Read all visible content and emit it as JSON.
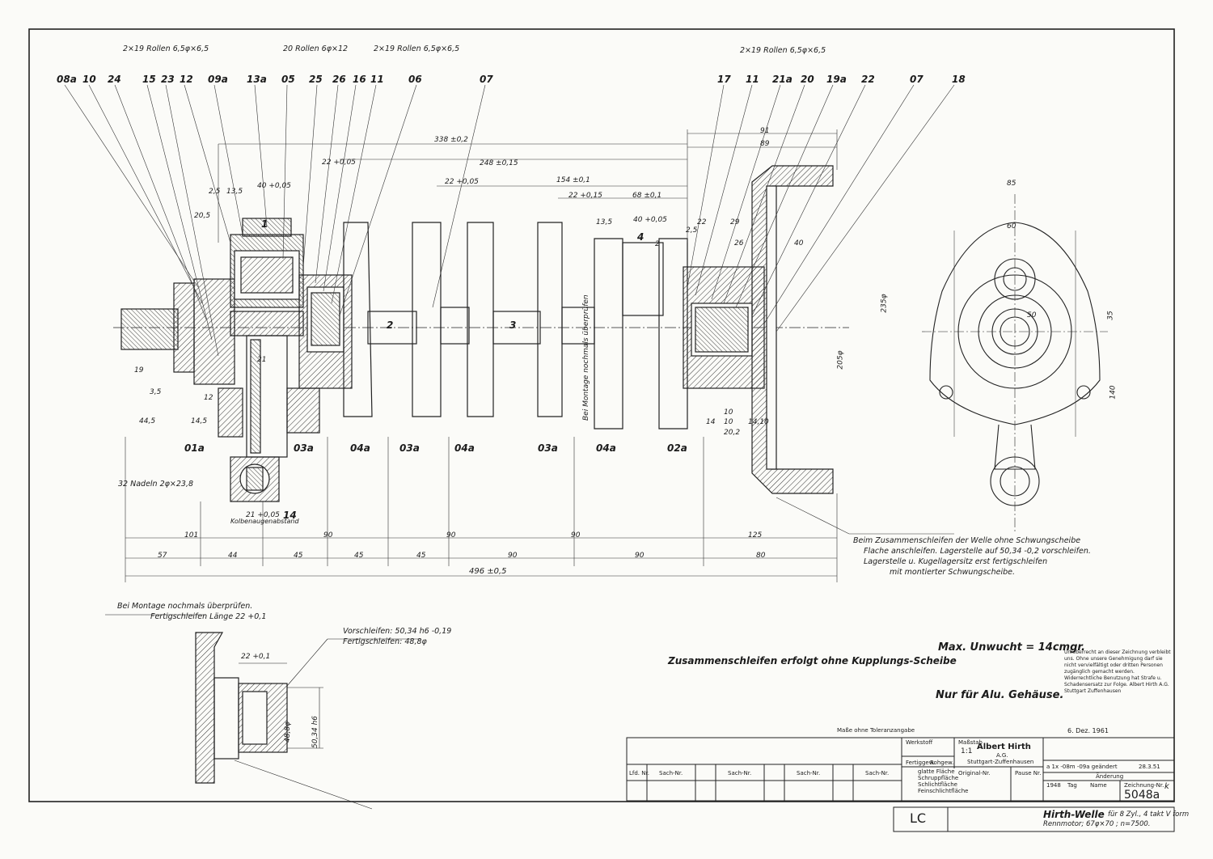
{
  "top_notes": {
    "rollen_left": "2×19 Rollen 6,5φ×6,5",
    "rollen_mid": "20 Rollen 6φ×12",
    "rollen_mid2": "2×19 Rollen 6,5φ×6,5",
    "rollen_right": "2×19 Rollen 6,5φ×6,5"
  },
  "part_labels_left": [
    "08a",
    "10",
    "24",
    "15",
    "23",
    "12",
    "09a",
    "13a",
    "05",
    "25",
    "26",
    "16",
    "11",
    "06",
    "07"
  ],
  "part_labels_right": [
    "17",
    "11",
    "21a",
    "20",
    "19a",
    "22",
    "07",
    "18"
  ],
  "part_labels_bottom": [
    "01a",
    "03a",
    "04a",
    "03a",
    "04a",
    "03a",
    "04a",
    "02a",
    "14"
  ],
  "crank_numbers": [
    "1",
    "2",
    "3",
    "4"
  ],
  "dims_top": [
    "338 ±0,2",
    "248 ±0,15",
    "154 ±0,1",
    "22 +0,05",
    "22 +0,15",
    "68 ±0,1",
    "40 +0,05",
    "13,5",
    "40 +0,05",
    "13,5",
    "22 +0,05",
    "20,5",
    "2,5",
    "91",
    "89",
    "85",
    "60",
    "40",
    "22",
    "29",
    "26",
    "2,5"
  ],
  "dims_bottom_row1": [
    "101",
    "90",
    "90",
    "90",
    "125"
  ],
  "dims_bottom_row2": [
    "57",
    "44",
    "45",
    "45",
    "45",
    "90",
    "90",
    "80"
  ],
  "dims_total": "496 ±0,5",
  "dims_misc": [
    "44,5",
    "14,5",
    "21",
    "21 +0,05",
    "3,5",
    "12",
    "14",
    "10",
    "14,10",
    "20,2",
    "205φ",
    "235φ",
    "35",
    "140",
    "50",
    "10",
    "19",
    "2"
  ],
  "nadeln_note": "32 Nadeln 2φ×23,8",
  "kolben_note": "Kolbenaugenabstand",
  "vertical_note": "Bei Montage nochmals überprüfen",
  "right_note": [
    "Beim Zusammenschleifen der Welle ohne Schwungscheibe",
    "Flache anschleifen. Lagerstelle auf 50,34 -0,2 vorschleifen.",
    "Lagerstelle u. Kugellagersitz erst fertigschleifen",
    "mit montierter Schwungscheibe."
  ],
  "detail_notes": {
    "montage": "Bei Montage nochmals überprüfen.",
    "fertig": "Fertigschleifen Länge 22 +0,1",
    "vorschleifen": "Vorschleifen: 50,34 h6 -0,19",
    "fertigschleifen": "Fertigschleifen: 48,8φ",
    "dim_22": "22 +0,1",
    "dim_48": "48,8φ",
    "dim_50": "50,34 h6"
  },
  "unwucht": "Max. Unwucht = 14cmgr.",
  "zusammen": "Zusammenschleifen erfolgt ohne Kupplungs-Scheibe",
  "alu": "Nur für Alu. Gehäuse.",
  "copyright": "Urheberrecht an dieser Zeichnung verbleibt uns. Ohne unsere Genehmigung darf sie nicht vervielfältigt oder dritten Personen zugänglich gemacht werden. Widerrechtliche Benutzung hat Strafe u. Schadensersatz zur Folge. Albert Hirth A.G. Stuttgart Zuffenhausen",
  "title_block": {
    "masse": "Maße ohne Toleranzangabe",
    "date": "6. Dez. 1961",
    "werkstoff": "Werkstoff",
    "massstab": "Maßstab",
    "scale": "1:1",
    "fertiggew": "Fertiggew.",
    "rohgew": "Rohgew.",
    "company": "Albert Hirth",
    "company_sub": "A.G.",
    "company_city": "Stuttgart-Zuffenhausen",
    "original": "Original-Nr.",
    "pause": "Pause Nr.",
    "zeichnung": "Zeichnung-Nr.",
    "drawing_no": "5048a",
    "sachnr": [
      "Sach-Nr.",
      "Sach-Nr.",
      "Sach-Nr.",
      "Sach-Nr."
    ],
    "lfd": "Lfd. Nr.",
    "surfaces": [
      "glatte Fläche",
      "Schruppfläche",
      "Schlichtfläche",
      "Feinschlichtfläche"
    ],
    "change": "a  1x  -08m -09a  geändert",
    "change_date": "28.3.51",
    "aenderung": "Änderung",
    "year": "1948",
    "tag": "Tag",
    "name": "Name",
    "index": "k",
    "lc": "LC",
    "title": "Hirth-Welle",
    "title_sub": "für 8 Zyl., 4 takt V form",
    "title_sub2": "Rennmotor; 67φ×70 ; n=7500."
  },
  "colors": {
    "ink": "#1b1b1b",
    "paper": "#fbfbf8",
    "hatch": "#444444"
  }
}
